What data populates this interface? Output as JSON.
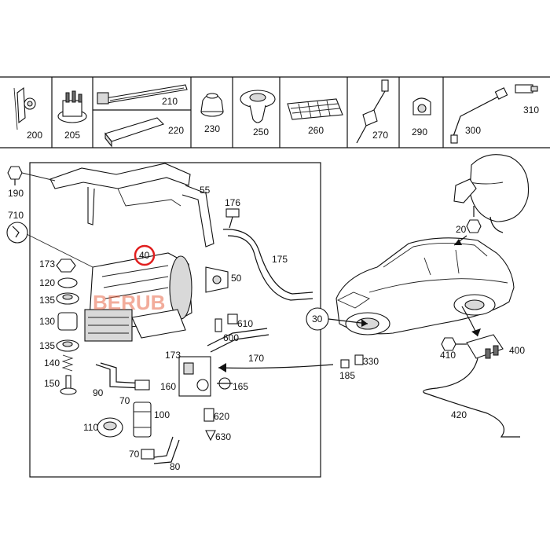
{
  "top_row": [
    {
      "id": "200",
      "label": "200"
    },
    {
      "id": "205",
      "label": "205"
    },
    {
      "id": "210",
      "label": "210"
    },
    {
      "id": "220",
      "label": "220"
    },
    {
      "id": "230",
      "label": "230"
    },
    {
      "id": "250",
      "label": "250"
    },
    {
      "id": "260",
      "label": "260"
    },
    {
      "id": "270",
      "label": "270"
    },
    {
      "id": "290",
      "label": "290"
    },
    {
      "id": "300",
      "label": "300"
    },
    {
      "id": "310",
      "label": "310"
    }
  ],
  "callouts": {
    "c190": "190",
    "c710": "710",
    "c55": "55",
    "c176": "176",
    "c175": "175",
    "c40": "40",
    "c50": "50",
    "c173a": "173",
    "c120": "120",
    "c135a": "135",
    "c130": "130",
    "c135b": "135",
    "c140": "140",
    "c150": "150",
    "c90": "90",
    "c70a": "70",
    "c173b": "173",
    "c160": "160",
    "c165": "165",
    "c610": "610",
    "c600": "600",
    "c170": "170",
    "c100": "100",
    "c110": "110",
    "c620": "620",
    "c630": "630",
    "c70b": "70",
    "c80": "80",
    "c30": "30",
    "c20": "20",
    "c185": "185",
    "c330": "330",
    "c410": "410",
    "c400": "400",
    "c420": "420"
  },
  "watermark": "BERUB",
  "colors": {
    "highlight": "#e01e1e",
    "line": "#111111",
    "watermark": "#e96a4a"
  }
}
